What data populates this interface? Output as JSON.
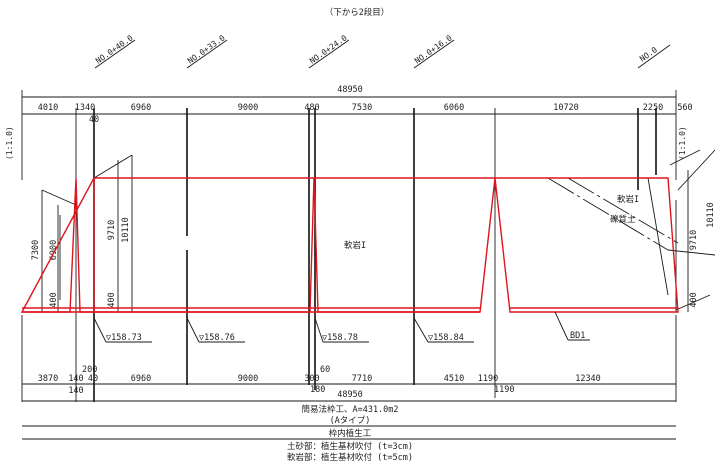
{
  "header": {
    "note": "（下から2段目）"
  },
  "stations": [
    "NO.0+40.0",
    "NO.0+33.0",
    "NO.0+24.0",
    "NO.0+16.0",
    "NO.0"
  ],
  "top_total": "48950",
  "top_dims": [
    "4010",
    "1340",
    "40",
    "6960",
    "9000",
    "480",
    "7530",
    "6060",
    "10720",
    "2250",
    "560"
  ],
  "ratio_left": "(1:1.0)",
  "ratio_right": "(1:1.0)",
  "left_dims": [
    "7300",
    "6900",
    "9710",
    "10110",
    "400",
    "400"
  ],
  "right_dims": [
    "9710",
    "10110",
    "400"
  ],
  "rock_labels": {
    "center": "軟岩I",
    "right_top": "軟岩I",
    "right_mid": "礫質土"
  },
  "elevations": [
    "▽158.73",
    "▽158.76",
    "▽158.78",
    "▽158.84"
  ],
  "bd_label": "BD1",
  "bottom_small": [
    "200",
    "60",
    "180",
    "1190"
  ],
  "bottom_dims": [
    "3870",
    "140",
    "40",
    "6960",
    "9000",
    "300",
    "7710",
    "4510",
    "1190",
    "12340"
  ],
  "bottom_sub": "140",
  "bottom_total": "48950",
  "footer": {
    "line1": "簡易法枠工、A=431.0m2",
    "line2": "(Aタイプ)",
    "line3": "枠内植生工",
    "line4": "土砂部：植生基材吹付 (t=3cm)",
    "line5": "軟岩部：植生基材吹付 (t=5cm)"
  }
}
